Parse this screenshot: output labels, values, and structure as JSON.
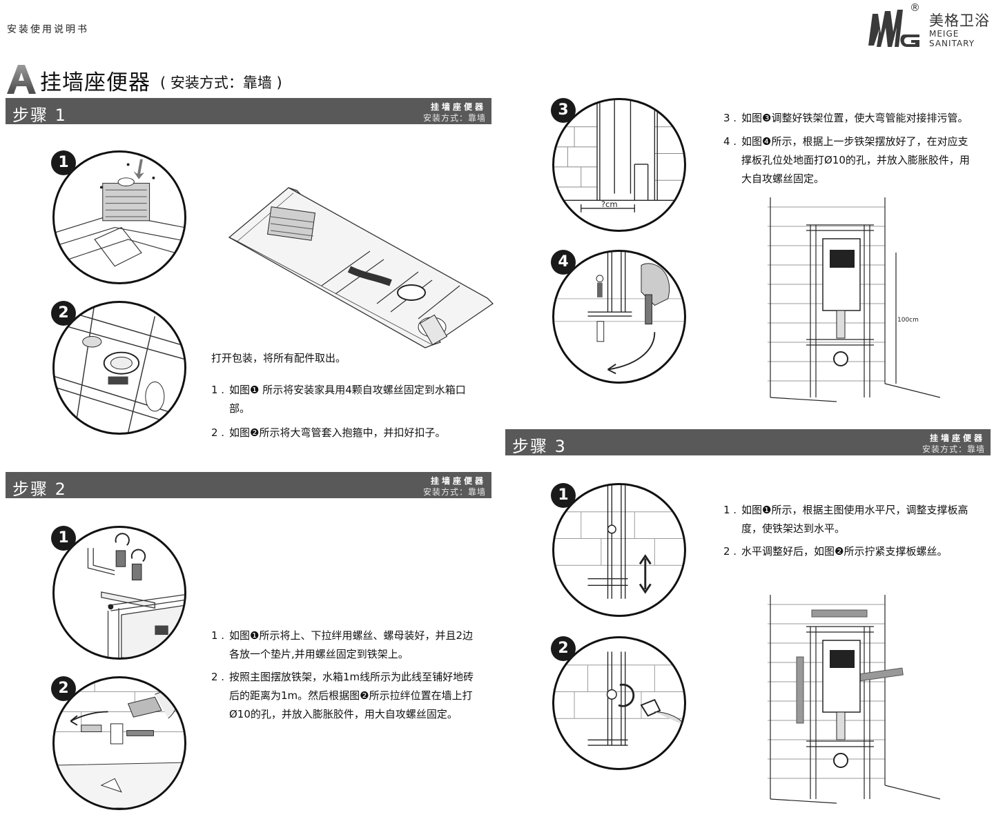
{
  "header": {
    "doc_title": "安装使用说明书",
    "logo_cn": "美格卫浴",
    "logo_en_1": "MEIGE",
    "logo_en_2": "SANITARY",
    "logo_reg": "®"
  },
  "section": {
    "title": "挂墙座便器",
    "subtitle": "( 安装方式：靠墙 )"
  },
  "step_tag": {
    "line1": "挂墙座便器",
    "line2": "安装方式：靠墙"
  },
  "step1": {
    "name": "步骤 1",
    "intro": "打开包装，将所有配件取出。",
    "items": [
      {
        "num": "1 .",
        "text_lines": [
          "如图❶ 所示将安装家具用4颗自攻螺丝固定到水箱口",
          "部。"
        ]
      },
      {
        "num": "2 .",
        "text_lines": [
          "如图❷所示将大弯管套入抱箍中，并扣好扣子。"
        ]
      }
    ],
    "badges": [
      "1",
      "2"
    ]
  },
  "step2": {
    "name": "步骤 2",
    "items": [
      {
        "num": "1 .",
        "text_lines": [
          "如图❶所示将上、下拉绊用螺丝、螺母装好，并且2边",
          "各放一个垫片,并用螺丝固定到铁架上。"
        ]
      },
      {
        "num": "2 .",
        "text_lines": [
          "按照主图摆放铁架，水箱1m线所示为此线至铺好地砖",
          "后的距离为1m。然后根据图❷所示拉绊位置在墙上打",
          "Ø10的孔，并放入膨胀胶件，用大自攻螺丝固定。"
        ]
      }
    ],
    "badges": [
      "1",
      "2"
    ]
  },
  "step2b": {
    "items": [
      {
        "num": "3 .",
        "text_lines": [
          "如图❸调整好铁架位置，使大弯管能对接排污管。"
        ]
      },
      {
        "num": "4 .",
        "text_lines": [
          "如图❹所示，根据上一步铁架摆放好了，在对应支",
          "撑板孔位处地面打Ø10的孔，并放入膨胀胶件，用",
          "大自攻螺丝固定。"
        ]
      }
    ],
    "badges": [
      "3",
      "4"
    ],
    "dim_label": "?cm",
    "height_label": "100cm"
  },
  "step3": {
    "name": "步骤 3",
    "items": [
      {
        "num": "1 .",
        "text_lines": [
          "如图❶所示，根据主图使用水平尺，调整支撑板高",
          "度，使铁架达到水平。"
        ]
      },
      {
        "num": "2 .",
        "text_lines": [
          "水平调整好后，如图❷所示拧紧支撑板螺丝。"
        ]
      }
    ],
    "badges": [
      "1",
      "2"
    ]
  }
}
